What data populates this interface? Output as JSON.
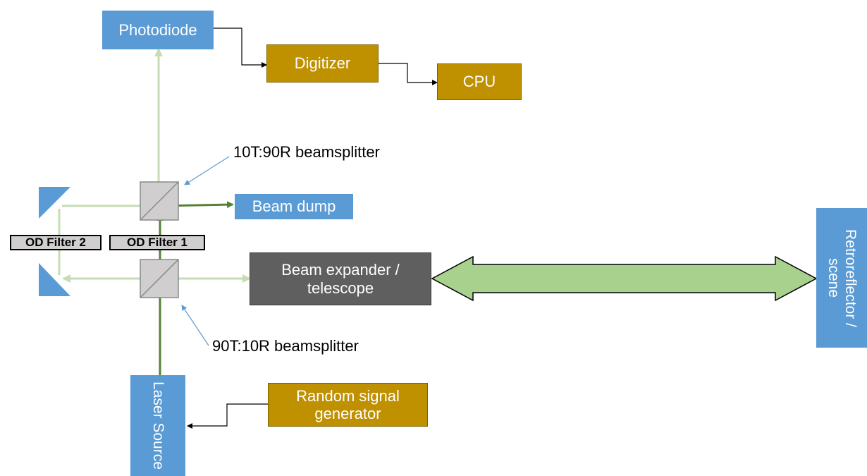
{
  "nodes": {
    "photodiode": "Photodiode",
    "digitizer": "Digitizer",
    "cpu": "CPU",
    "beam_dump": "Beam dump",
    "beam_expander": "Beam expander / telescope",
    "retroreflector": "Retroreflector / scene",
    "laser_source": "Laser Source",
    "random_signal_generator": "Random signal generator"
  },
  "labels": {
    "bs_top": "10T:90R beamsplitter",
    "bs_bottom": "90T:10R beamsplitter",
    "od_filter_1": "OD Filter 1",
    "od_filter_2": "OD Filter 2"
  },
  "colors": {
    "blue": "#5b9bd5",
    "gold": "#bf9000",
    "gray": "#5f5f5f",
    "beam_dark": "#548235",
    "beam_light": "#c5dcb5",
    "arrow_fill": "#a9d18e"
  }
}
